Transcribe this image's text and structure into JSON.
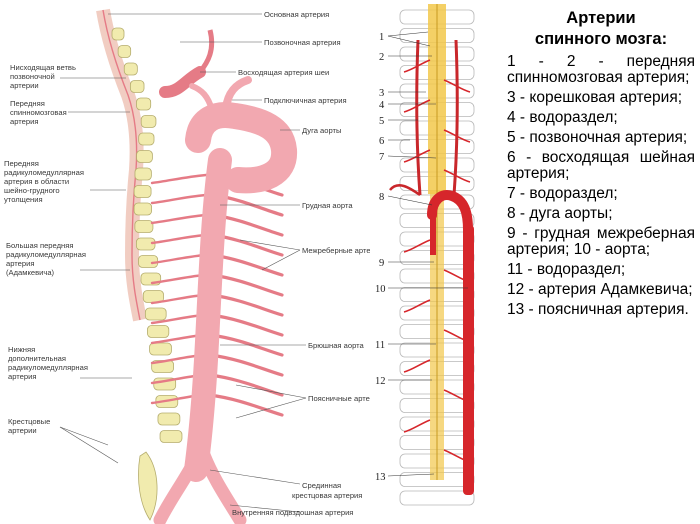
{
  "left_figure": {
    "labels_right": {
      "osnovnaya": "Основная артерия",
      "pozvonochnaya": "Позвоночная артерия",
      "voskhodyashchaya_sheinaya": "Восходящая артерия шеи",
      "podklyuchichnaya": "Подключичная артерия",
      "duga_aorty": "Дуга аорты",
      "grudnaya_aorta": "Грудная аорта",
      "mezhrebernye": "Межреберные артерии",
      "bryushnaya_aorta": "Брюшная аорта",
      "poyasnichnye": "Поясничные артерии",
      "srednyaya_krestcovaya_1": "Срединная",
      "srednyaya_krestcovaya_2": "крестцовая артерия",
      "vnutrennyaya_podvzdoshnaya": "Внутренняя подвздошная артерия"
    },
    "labels_left": {
      "niskhodyashchaya_1": "Нисходящая ветвь",
      "niskhodyashchaya_2": "позвоночной",
      "niskhodyashchaya_3": "артерии",
      "perednyaya_spm_1": "Передняя",
      "perednyaya_spm_2": "спинномозговая",
      "perednyaya_spm_3": "артерия",
      "perednyaya_radik_1": "Передняя",
      "perednyaya_radik_2": "радикуломедуллярная",
      "perednyaya_radik_3": "артерия в области",
      "perednyaya_radik_4": "шейно-грудного",
      "perednyaya_radik_5": "утолщения",
      "bolshaya_1": "Большая передняя",
      "bolshaya_2": "радикуломедуллярная",
      "bolshaya_3": "артерия",
      "bolshaya_4": "(Адамкевича)",
      "nizhnyaya_1": "Нижняя",
      "nizhnyaya_2": "дополнительная",
      "nizhnyaya_3": "радикуломедуллярная",
      "nizhnyaya_4": "артерия",
      "krestcovye_1": "Крестцовые",
      "krestcovye_2": "артерии"
    }
  },
  "middle_figure": {
    "numbers": [
      "1",
      "2",
      "3",
      "4",
      "5",
      "6",
      "7",
      "8",
      "9",
      "10",
      "11",
      "12",
      "13"
    ]
  },
  "legend": {
    "title_1": "Артерии",
    "title_2": "спинного мозга:",
    "items": [
      "1 - 2 - передняя спинномозговая артерия;",
      "3 - корешковая артерия;",
      "4 - водораздел;",
      "5 - позвоночная артерия;",
      "6 - восходящая шейная артерия;",
      "7 - водораздел;",
      "8 - дуга аорты;",
      "9 - грудная межреберная артерия; 10 - аорта;",
      "11 - водораздел;",
      "12 - артерия Адамкевича;",
      "13 - поясничная артерия."
    ]
  },
  "colors": {
    "artery": "#e57b86",
    "artery_fill": "#f2b3b9",
    "vertebra": "#f1ebae",
    "vertebra_stroke": "#b5ad6e",
    "cord": "#f5c9b4",
    "aorta_red": "#d6262b",
    "cord_yellow": "#f2c84b",
    "leader": "#555555"
  }
}
